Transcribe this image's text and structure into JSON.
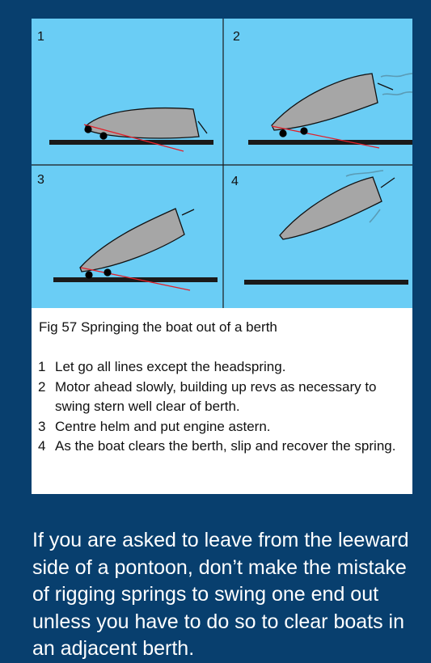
{
  "figure": {
    "panels": [
      {
        "number": "1"
      },
      {
        "number": "2"
      },
      {
        "number": "3"
      },
      {
        "number": "4"
      }
    ],
    "colors": {
      "water": "#6acdf5",
      "hull": "#a6a6a6",
      "line": "#e2202a",
      "pontoon": "#1a1a1a",
      "fender": "#000000",
      "wash": "#5a9bb5"
    },
    "caption": {
      "title": "Fig 57  Springing the boat out of a berth",
      "steps": [
        {
          "num": "1",
          "text": "Let go all lines except the headspring."
        },
        {
          "num": "2",
          "text": "Motor ahead slowly, building up revs as necessary to swing stern well clear of berth."
        },
        {
          "num": "3",
          "text": "Centre helm and put engine astern."
        },
        {
          "num": "4",
          "text": "As the boat clears the berth, slip and recover the spring."
        }
      ]
    }
  },
  "body_text": "If you are asked to leave from the leeward side of a pontoon, don’t make the mistake of rigging springs to swing one end out unless you have to do so to clear boats in an adjacent berth."
}
